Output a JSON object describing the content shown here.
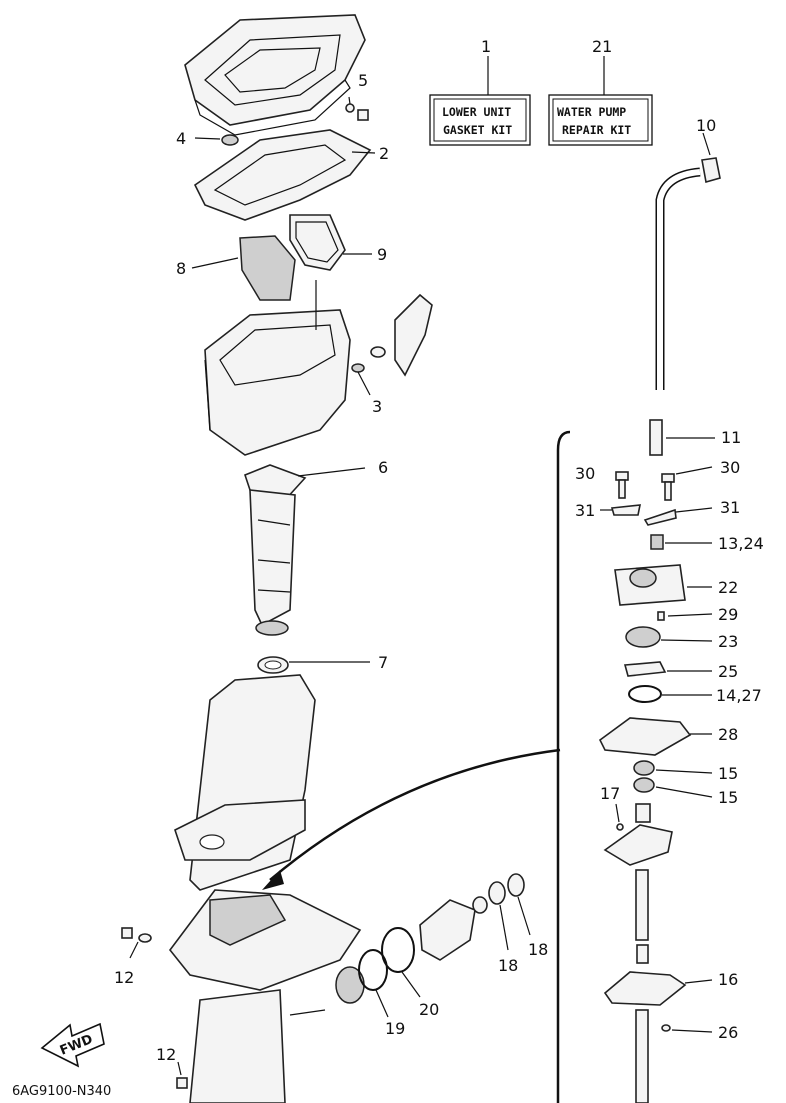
{
  "kits": [
    {
      "number": "1",
      "line1": "LOWER UNIT",
      "line2": "GASKET KIT"
    },
    {
      "number": "21",
      "line1": "WATER PUMP",
      "line2": "REPAIR KIT"
    }
  ],
  "callouts": {
    "c2": "2",
    "c3": "3",
    "c4": "4",
    "c5": "5",
    "c6": "6",
    "c7": "7",
    "c8": "8",
    "c9": "9",
    "c10": "10",
    "c11": "11",
    "c12a": "12",
    "c12b": "12",
    "c13_24": "13,24",
    "c14_27": "14,27",
    "c15a": "15",
    "c15b": "15",
    "c16": "16",
    "c17": "17",
    "c18a": "18",
    "c18b": "18",
    "c19": "19",
    "c20": "20",
    "c22": "22",
    "c23": "23",
    "c25": "25",
    "c26": "26",
    "c28": "28",
    "c29": "29",
    "c30a": "30",
    "c30b": "30",
    "c31a": "31",
    "c31b": "31"
  },
  "fwd_label": "FWD",
  "diagram_code": "6AG9100-N340",
  "colors": {
    "ink": "#111111",
    "paper": "#ffffff"
  }
}
